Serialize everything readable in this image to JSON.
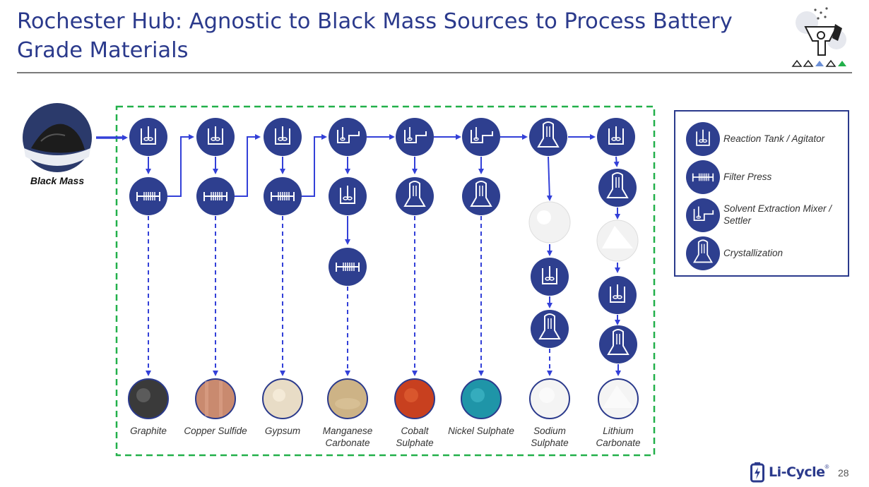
{
  "title": "Rochester Hub: Agnostic to Black Mass Sources to Process Battery Grade Materials",
  "input_label": "Black Mass",
  "legend": [
    {
      "icon": "reaction-tank-icon",
      "label": "Reaction Tank / Agitator"
    },
    {
      "icon": "filter-press-icon",
      "label": "Filter Press"
    },
    {
      "icon": "solvent-extraction-icon",
      "label": "Solvent Extraction Mixer / Settler"
    },
    {
      "icon": "crystallization-icon",
      "label": "Crystallization"
    }
  ],
  "products": [
    {
      "label": "Graphite"
    },
    {
      "label": "Copper Sulfide"
    },
    {
      "label": "Gypsum"
    },
    {
      "label": "Manganese Carbonate"
    },
    {
      "label": "Cobalt Sulphate"
    },
    {
      "label": "Nickel Sulphate"
    },
    {
      "label": "Sodium Sulphate"
    },
    {
      "label": "Lithium Carbonate"
    }
  ],
  "colors": {
    "brand_blue": "#2b3a8c",
    "node_blue": "#2e3f8f",
    "arrow_blue": "#3340d8",
    "dashed_green": "#22b04a",
    "graphite": "#3a3a3a",
    "copper": "#c98a6f",
    "gypsum": "#e8dcc6",
    "manganese": "#cdb386",
    "cobalt": "#c8401f",
    "nickel": "#1f95a8",
    "white_salt": "#f4f4f4"
  },
  "brand": {
    "name": "Li-Cycle",
    "mark": "®"
  },
  "page_number": "28"
}
